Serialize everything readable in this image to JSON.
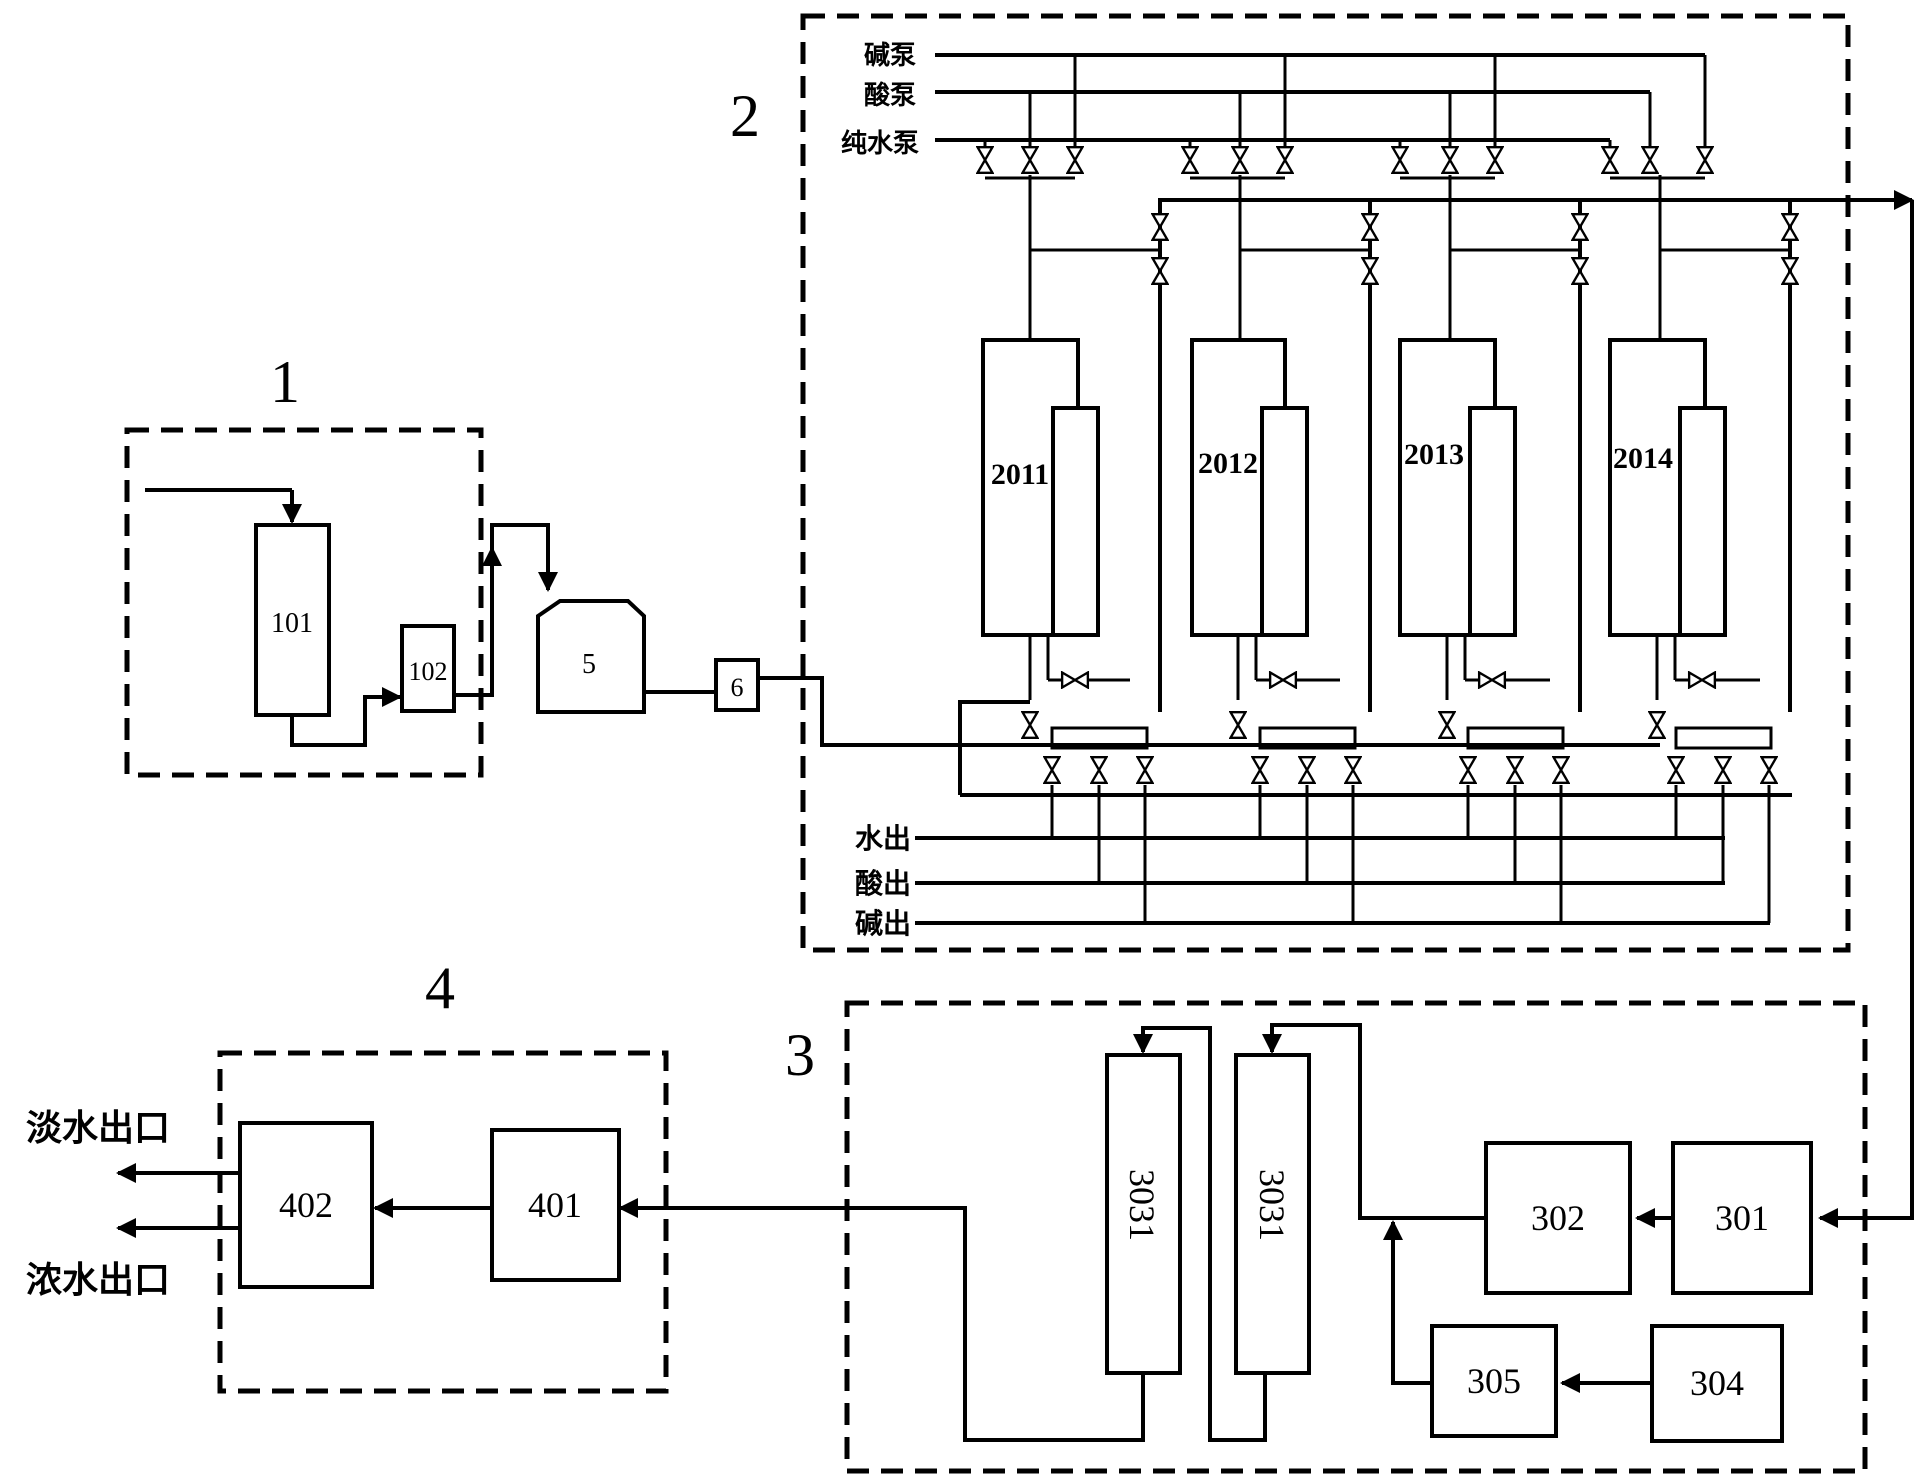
{
  "zones": {
    "z1": "1",
    "z2": "2",
    "z3": "3",
    "z4": "4"
  },
  "units": {
    "u101": "101",
    "u102": "102",
    "u5": "5",
    "u6": "6",
    "c2011": "2011",
    "c2012": "2012",
    "c2013": "2013",
    "c2014": "2014",
    "u301": "301",
    "u302": "302",
    "m3031a": "3031",
    "m3031b": "3031",
    "u304": "304",
    "u305": "305",
    "u401": "401",
    "u402": "402"
  },
  "pumps": {
    "alkali": "碱泵",
    "acid": "酸泵",
    "pure_water": "纯水泵"
  },
  "outlets": {
    "water_out": "水出",
    "acid_out": "酸出",
    "alkali_out": "碱出"
  },
  "products": {
    "fresh_water": "淡水出口",
    "concentrate": "浓水出口"
  }
}
